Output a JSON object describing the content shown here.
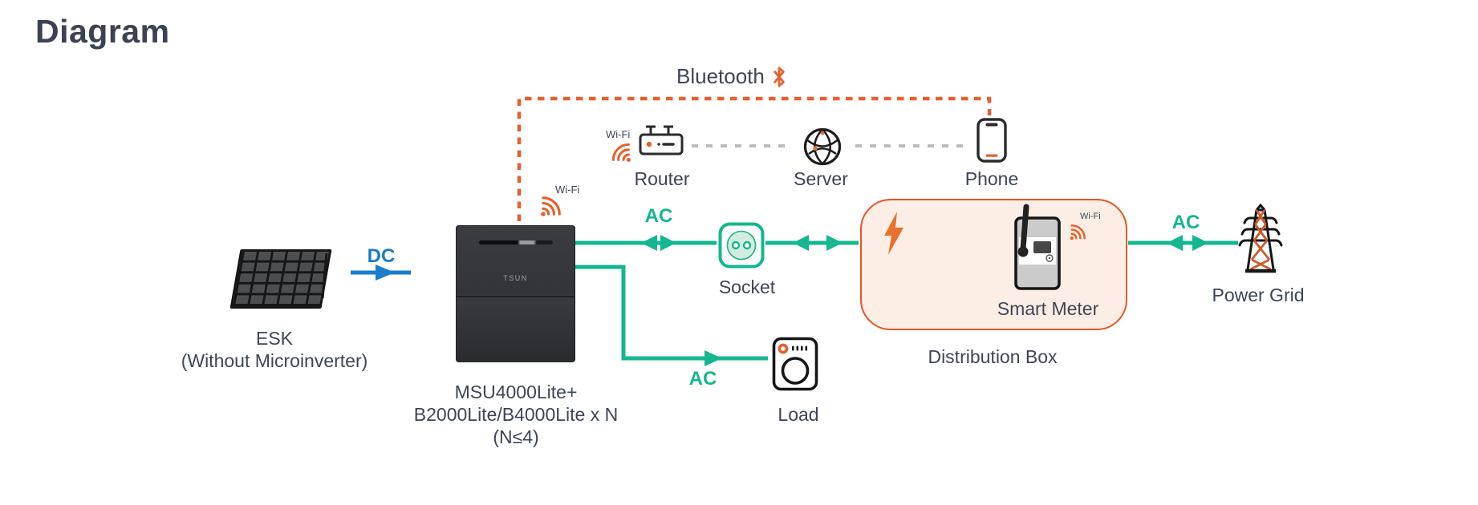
{
  "title": "Diagram",
  "colors": {
    "accent_orange": "#E8602C",
    "teal_green": "#14B78F",
    "dc_blue": "#1B7DC9",
    "text_dark": "#3E4557",
    "distribution_box_fill": "#FCEEE4",
    "distribution_box_border": "#E2572A",
    "gray_dash": "#BCBCBC"
  },
  "wireless": {
    "bluetooth_label": "Bluetooth",
    "router_wifi_label": "Wi-Fi",
    "msu_wifi_label": "Wi-Fi",
    "meter_wifi_label": "Wi-Fi"
  },
  "nodes": {
    "esk": {
      "name": "ESK",
      "note": "(Without Microinverter)"
    },
    "msu": {
      "line1": "MSU4000Lite+",
      "line2": "B2000Lite/B4000Lite x N",
      "line3": "(N≤4)",
      "logo": "TSUN"
    },
    "router": {
      "label": "Router"
    },
    "server": {
      "label": "Server"
    },
    "phone": {
      "label": "Phone"
    },
    "socket": {
      "label": "Socket"
    },
    "load": {
      "label": "Load"
    },
    "distribution_box": {
      "label": "Distribution Box",
      "smart_meter": "Smart Meter"
    },
    "power_grid": {
      "label": "Power Grid"
    }
  },
  "edges": {
    "dc": {
      "label": "DC"
    },
    "ac_msu_socket": {
      "label": "AC"
    },
    "ac_msu_load": {
      "label": "AC"
    },
    "ac_box_grid": {
      "label": "AC"
    }
  }
}
